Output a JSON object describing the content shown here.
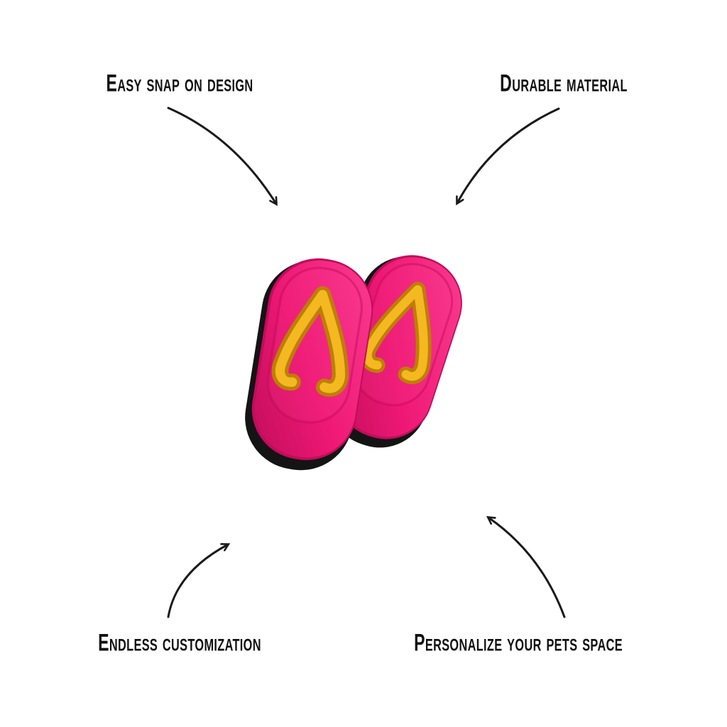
{
  "canvas": {
    "background": "#ffffff"
  },
  "features": {
    "top_left": "Easy snap on design",
    "top_right": "Durable material",
    "bottom_left": "Endless customization",
    "bottom_right": "Personalize your pets space"
  },
  "text_color": "#111111",
  "arrows": {
    "color": "#1a1a1a"
  },
  "product_image": {
    "name": "pink-flip-flops-charm",
    "alt": "Pair of hot pink flip flop sandals with yellow V straps",
    "colors": {
      "sole_main": "#ee1874",
      "sole_light": "#fb3b90",
      "sole_dark": "#c00d5b",
      "strap_fill": "#f4b821",
      "strap_outline": "#bf7e06",
      "under_sole": "#141414"
    }
  }
}
